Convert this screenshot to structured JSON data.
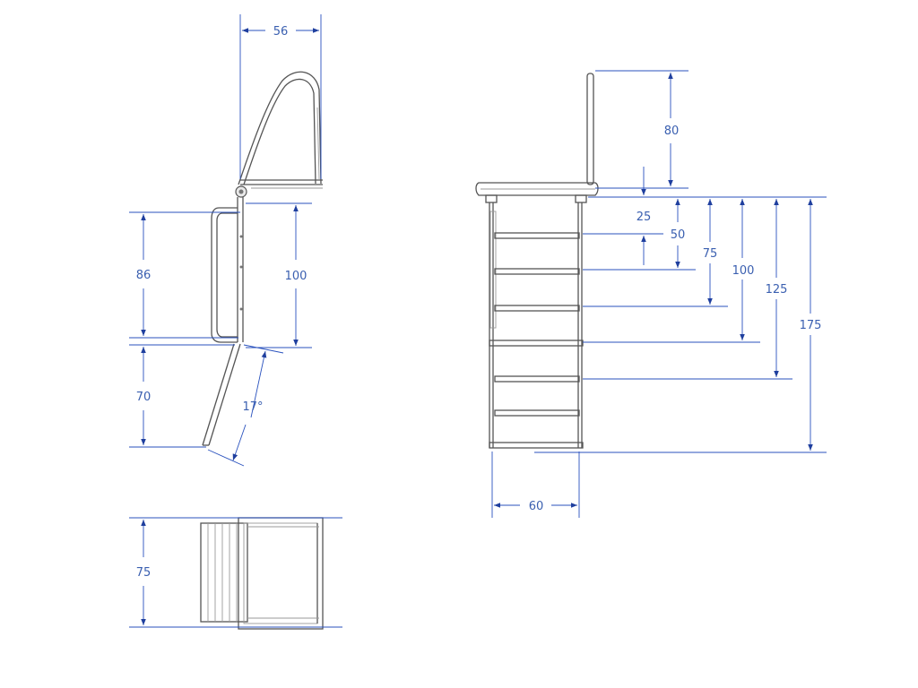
{
  "drawing": {
    "side_view": {
      "dimensions": {
        "handrail_width": "56",
        "upper_height": "86",
        "middle_height": "100",
        "lower_height": "70",
        "angle": "17°"
      }
    },
    "top_view": {
      "dimensions": {
        "depth": "75"
      }
    },
    "front_view": {
      "dimensions": {
        "handrail_height": "80",
        "d25": "25",
        "d50": "50",
        "d75": "75",
        "d100": "100",
        "d125": "125",
        "d175": "175",
        "width": "60"
      }
    }
  },
  "colors": {
    "dimension_line": "#2a52be",
    "dimension_text": "#3a5fb0",
    "part_line": "#555555"
  }
}
